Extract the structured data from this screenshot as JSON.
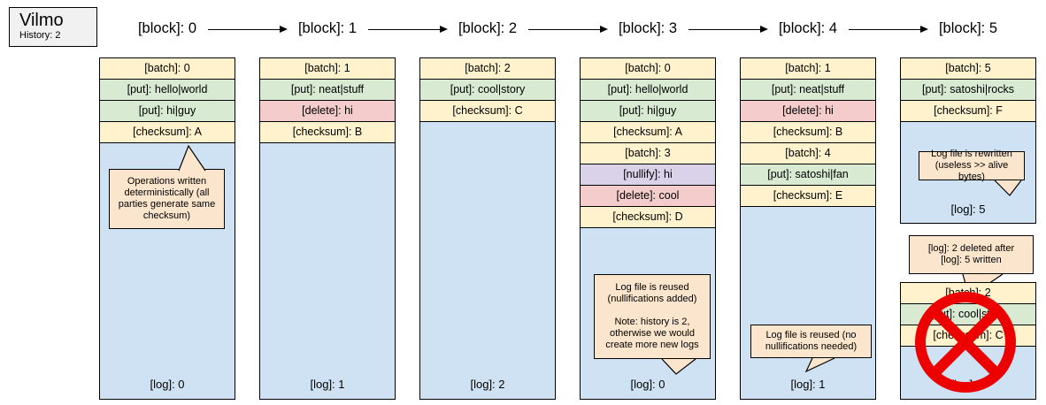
{
  "palette": {
    "batch": "#FFF2CC",
    "put": "#D9EAD3",
    "delete": "#F4CCCC",
    "nullify": "#D9D2E9",
    "log": "#CFE2F3",
    "callout": "#FCE5CD",
    "legend": "#F1F1F1",
    "cross": "#ED0000"
  },
  "legend": {
    "title": "Vilmo",
    "subtitle": "History: 2"
  },
  "blocks": [
    {
      "label": "[block]: 0",
      "rows": [
        {
          "type": "batch",
          "text": "[batch]: 0"
        },
        {
          "type": "put",
          "text": "[put]: hello|world"
        },
        {
          "type": "put",
          "text": "[put]: hi|guy"
        },
        {
          "type": "checksum",
          "text": "[checksum]: A"
        }
      ],
      "log_label": "[log]: 0",
      "callout": {
        "line1": "Operations written deterministically (all parties generate same checksum)"
      }
    },
    {
      "label": "[block]: 1",
      "rows": [
        {
          "type": "batch",
          "text": "[batch]: 1"
        },
        {
          "type": "put",
          "text": "[put]: neat|stuff"
        },
        {
          "type": "delete",
          "text": "[delete]: hi"
        },
        {
          "type": "checksum",
          "text": "[checksum]: B"
        }
      ],
      "log_label": "[log]: 1"
    },
    {
      "label": "[block]: 2",
      "rows": [
        {
          "type": "batch",
          "text": "[batch]: 2"
        },
        {
          "type": "put",
          "text": "[put]: cool|story"
        },
        {
          "type": "checksum",
          "text": "[checksum]: C"
        }
      ],
      "log_label": "[log]: 2"
    },
    {
      "label": "[block]: 3",
      "rows": [
        {
          "type": "batch",
          "text": "[batch]: 0"
        },
        {
          "type": "put",
          "text": "[put]: hello|world"
        },
        {
          "type": "put",
          "text": "[put]: hi|guy"
        },
        {
          "type": "checksum",
          "text": "[checksum]: A"
        },
        {
          "type": "batch",
          "text": "[batch]: 3"
        },
        {
          "type": "nullify",
          "text": "[nullify]: hi"
        },
        {
          "type": "delete",
          "text": "[delete]: cool"
        },
        {
          "type": "checksum",
          "text": "[checksum]: D"
        }
      ],
      "log_label": "[log]: 0",
      "callout": {
        "line1": "Log file is reused (nullifications added)",
        "line2": "Note: history is 2, otherwise we would create more new logs"
      }
    },
    {
      "label": "[block]: 4",
      "rows": [
        {
          "type": "batch",
          "text": "[batch]: 1"
        },
        {
          "type": "put",
          "text": "[put]: neat|stuff"
        },
        {
          "type": "delete",
          "text": "[delete]: hi"
        },
        {
          "type": "checksum",
          "text": "[checksum]: B"
        },
        {
          "type": "batch",
          "text": "[batch]: 4"
        },
        {
          "type": "put",
          "text": "[put]: satoshi|fan"
        },
        {
          "type": "checksum",
          "text": "[checksum]: E"
        }
      ],
      "log_label": "[log]: 1",
      "callout": {
        "line1": "Log file is reused (no nullifications needed)"
      }
    },
    {
      "label": "[block]: 5",
      "rows": [
        {
          "type": "batch",
          "text": "[batch]: 5"
        },
        {
          "type": "put",
          "text": "[put]: satoshi|rocks"
        },
        {
          "type": "checksum",
          "text": "[checksum]: F"
        }
      ],
      "log_label": "[log]: 5",
      "callout": {
        "line1": "Log file is rewritten (useless >> alive bytes)"
      },
      "deleted_note": {
        "line1": "[log]: 2 deleted after",
        "line2": "[log]: 5 written"
      },
      "old_stack": {
        "rows": [
          {
            "type": "batch",
            "text": "[batch]: 2"
          },
          {
            "type": "put",
            "text": "[put]: cool|story"
          },
          {
            "type": "checksum",
            "text": "[checksum]: C"
          }
        ],
        "log_label": "[log]: 2"
      }
    }
  ]
}
